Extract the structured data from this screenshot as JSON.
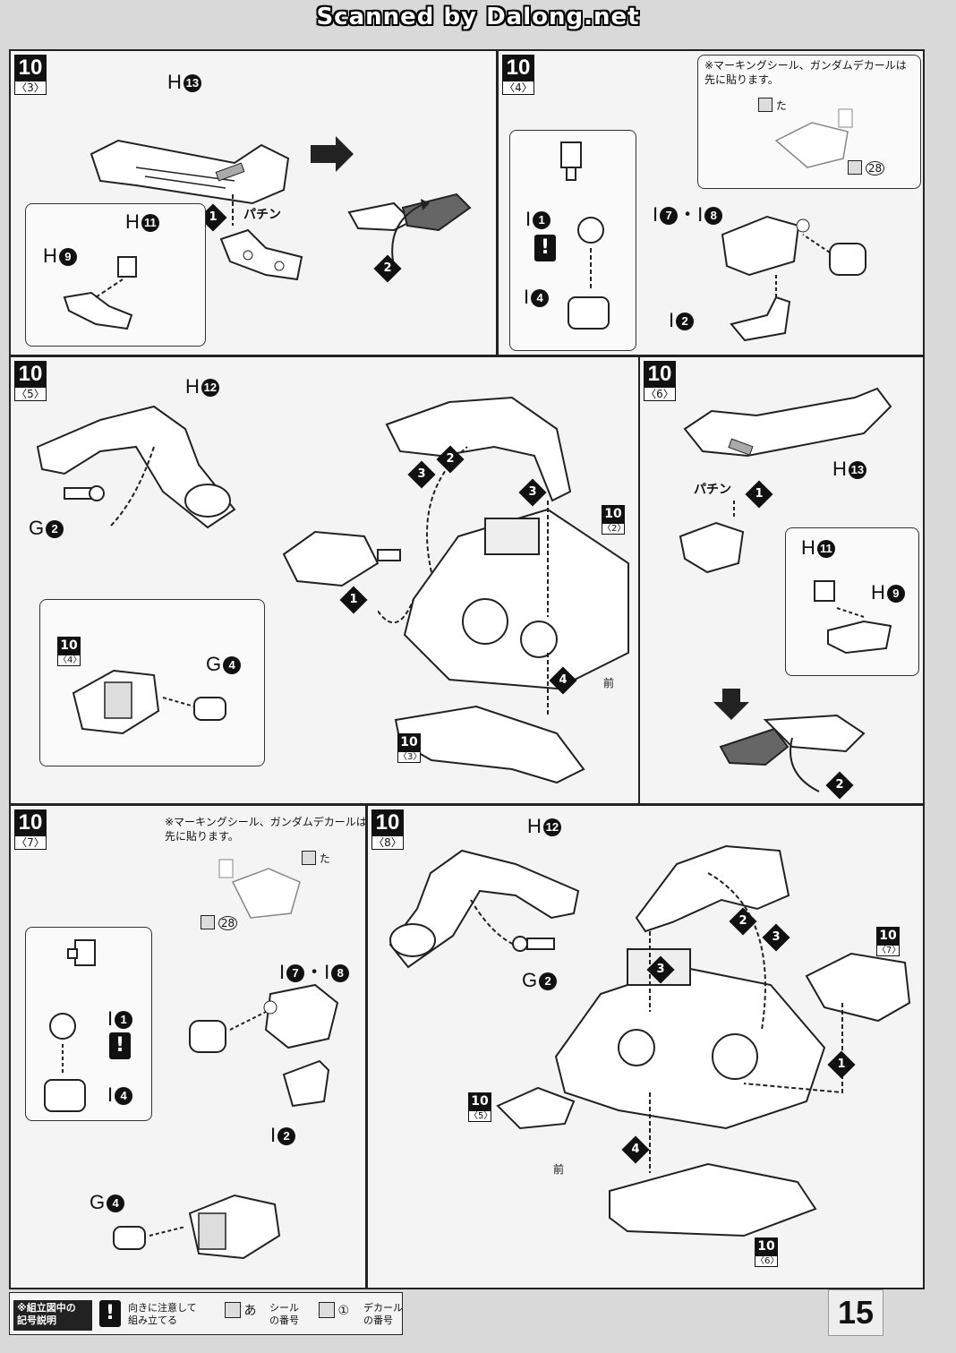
{
  "header": {
    "title": "Scanned by Dalong.net"
  },
  "panels": {
    "p103": {
      "step": "10",
      "sub": "〈3〉",
      "labels": {
        "h13": "H",
        "h13c": "13",
        "h11": "H",
        "h11c": "11",
        "h9": "H",
        "h9c": "9"
      },
      "snap": "パチン",
      "steps": [
        "1",
        "2"
      ]
    },
    "p104": {
      "step": "10",
      "sub": "〈4〉",
      "note": "※マーキングシール、ガンダムデカールは\n先に貼ります。",
      "seal": "た",
      "decal": "28",
      "labels": {
        "i1": "I",
        "i1c": "1",
        "i4": "I",
        "i4c": "4",
        "i78a": "I",
        "i78ac": "7",
        "i78dot": "・",
        "i78b": "I",
        "i78bc": "8",
        "i2": "I",
        "i2c": "2"
      },
      "warn": "!"
    },
    "p105": {
      "step": "10",
      "sub": "〈5〉",
      "labels": {
        "h12": "H",
        "h12c": "12",
        "g2": "G",
        "g2c": "2",
        "g4": "G",
        "g4c": "4"
      },
      "refs": [
        {
          "n": "10",
          "s": "〈2〉"
        },
        {
          "n": "10",
          "s": "〈4〉"
        },
        {
          "n": "10",
          "s": "〈3〉"
        }
      ],
      "steps": [
        "1",
        "2",
        "3",
        "3",
        "4"
      ],
      "front": "前"
    },
    "p106": {
      "step": "10",
      "sub": "〈6〉",
      "labels": {
        "h13": "H",
        "h13c": "13",
        "h11": "H",
        "h11c": "11",
        "h9": "H",
        "h9c": "9"
      },
      "snap": "パチン",
      "steps": [
        "1",
        "2"
      ]
    },
    "p107": {
      "step": "10",
      "sub": "〈7〉",
      "note": "※マーキングシール、ガンダムデカールは\n先に貼ります。",
      "seal": "た",
      "decal": "28",
      "labels": {
        "i78a": "I",
        "i78ac": "7",
        "i78dot": "・",
        "i78b": "I",
        "i78bc": "8",
        "i1": "I",
        "i1c": "1",
        "i4": "I",
        "i4c": "4",
        "i2": "I",
        "i2c": "2",
        "g4": "G",
        "g4c": "4"
      },
      "warn": "!"
    },
    "p108": {
      "step": "10",
      "sub": "〈8〉",
      "labels": {
        "h12": "H",
        "h12c": "12",
        "g2": "G",
        "g2c": "2"
      },
      "refs": [
        {
          "n": "10",
          "s": "〈7〉"
        },
        {
          "n": "10",
          "s": "〈5〉"
        },
        {
          "n": "10",
          "s": "〈6〉"
        }
      ],
      "steps": [
        "1",
        "2",
        "3",
        "3",
        "4"
      ],
      "front": "前"
    }
  },
  "legend": {
    "title": "※組立図中の\n記号説明",
    "warn_icon": "!",
    "warn_text": "向きに注意して\n組み立てる",
    "seal_mark": "あ",
    "seal_text": "シール\nの番号",
    "decal_mark": "①",
    "decal_text": "デカール\nの番号"
  },
  "page_number": "15"
}
